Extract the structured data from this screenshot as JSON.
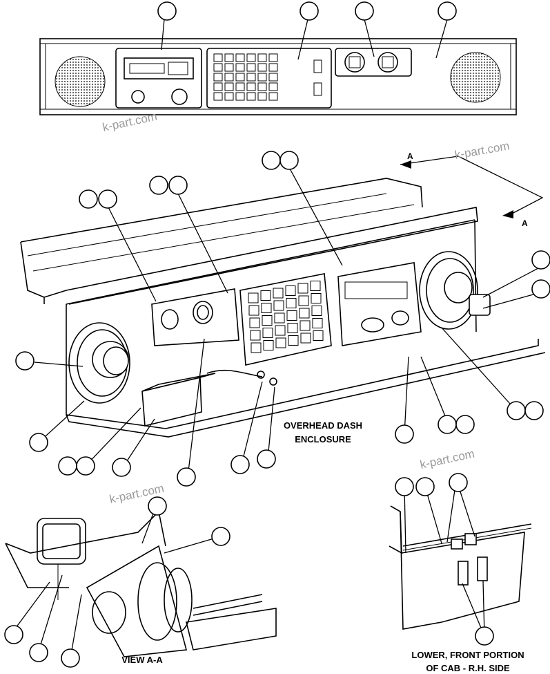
{
  "labels": {
    "overhead_line1": "OVERHEAD DASH",
    "overhead_line2": "ENCLOSURE",
    "view_aa": "VIEW A-A",
    "lower_line1": "LOWER, FRONT PORTION",
    "lower_line2": "OF CAB - R.H. SIDE"
  },
  "section_marks": {
    "a_top": "A",
    "a_bottom": "A"
  },
  "watermark": "k-part.com"
}
